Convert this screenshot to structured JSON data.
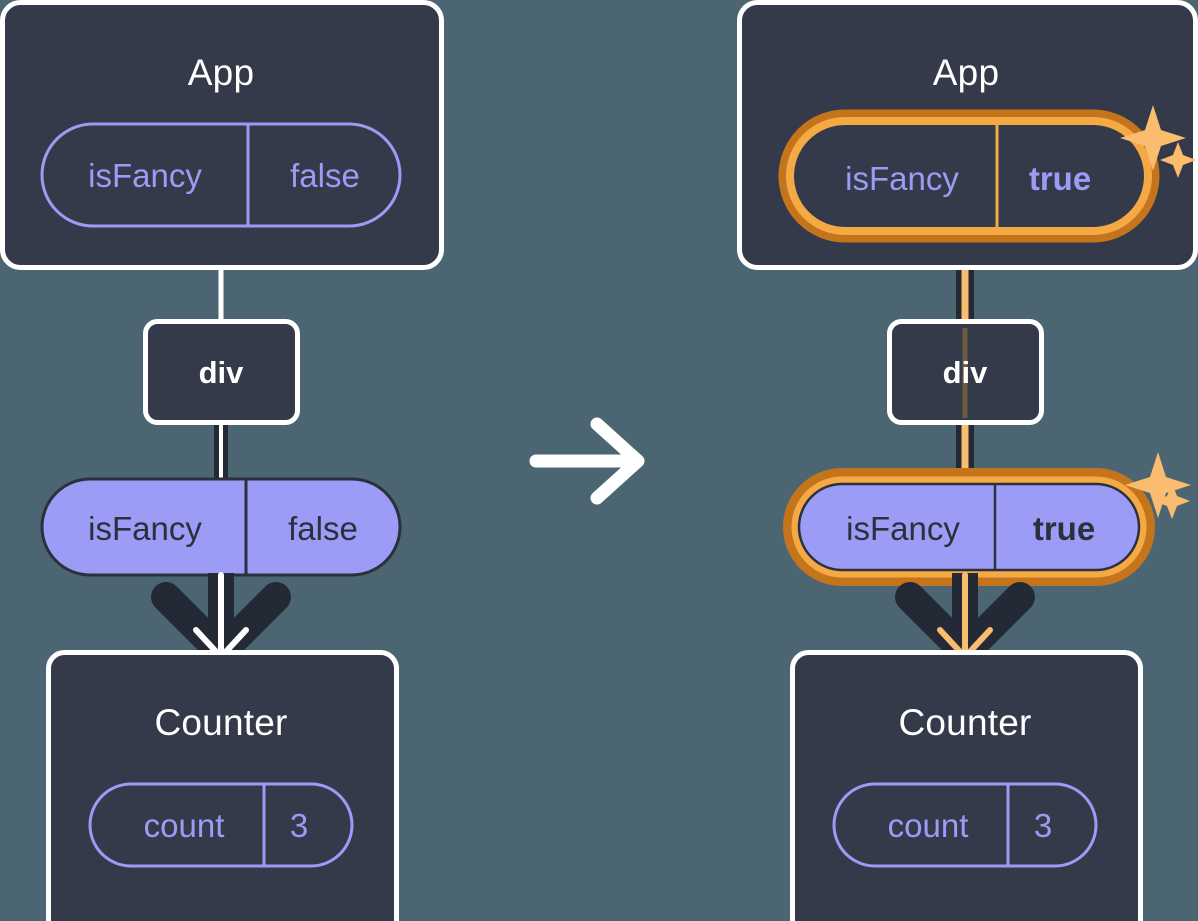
{
  "diagram": {
    "type": "react-state-propagation",
    "background_color": "#4b6672",
    "arrow_between_panels": "right-arrow-icon",
    "colors": {
      "panel_fill": "#343a49",
      "panel_border": "#ffffff",
      "pill_stroke_outline": "#9a9cf5",
      "pill_fill_purple": "#9a9cf5",
      "pill_text_dark": "#2b303c",
      "highlight_orange_dark": "#c4741b",
      "highlight_orange_light": "#f5a945",
      "sparkle_color": "#fabc6e",
      "edge_dark": "#242936",
      "edge_white": "#ffffff"
    },
    "panels": [
      {
        "id": "before",
        "app": {
          "title": "App",
          "state_pill": {
            "name": "isFancy",
            "value": "false",
            "highlighted": false,
            "style": "outline"
          }
        },
        "div_node": {
          "label": "div"
        },
        "props_pill": {
          "name": "isFancy",
          "value": "false",
          "highlighted": false,
          "style": "filled"
        },
        "counter": {
          "title": "Counter",
          "state_pill": {
            "name": "count",
            "value": "3",
            "highlighted": false,
            "style": "outline"
          }
        },
        "sparkles": false
      },
      {
        "id": "after",
        "app": {
          "title": "App",
          "state_pill": {
            "name": "isFancy",
            "value": "true",
            "highlighted": true,
            "style": "outline"
          }
        },
        "div_node": {
          "label": "div"
        },
        "props_pill": {
          "name": "isFancy",
          "value": "true",
          "highlighted": true,
          "style": "filled"
        },
        "counter": {
          "title": "Counter",
          "state_pill": {
            "name": "count",
            "value": "3",
            "highlighted": false,
            "style": "outline"
          }
        },
        "sparkles": true
      }
    ]
  }
}
